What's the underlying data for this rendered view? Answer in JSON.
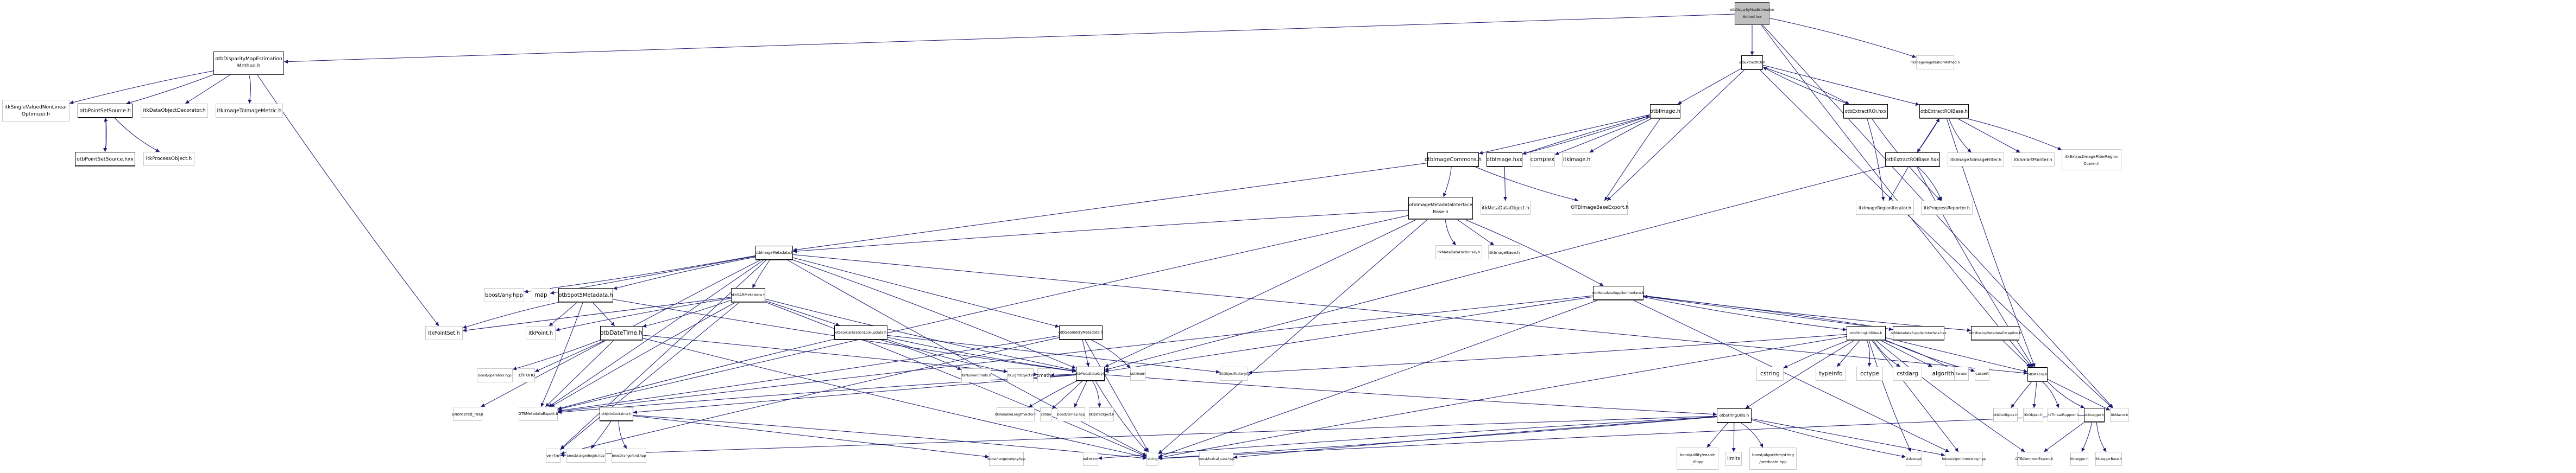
{
  "graph_title": "otbDisparityMapEstimationMethod.hxx include dependency graph",
  "colors": {
    "edge": "#191970",
    "root_fill": "#bfbfbf",
    "internal_border": "#000000",
    "external_border": "#c8c8c8"
  },
  "nodes": [
    {
      "id": "root",
      "label": "otbDisparityMapEstimation\nMethod.hxx",
      "kind": "root"
    },
    {
      "id": "dmem_h",
      "label": "otbDisparityMapEstimation\nMethod.h",
      "kind": "int"
    },
    {
      "id": "itk_svnlo",
      "label": "itkSingleValuedNonLinear\nOptimizer.h",
      "kind": "ext"
    },
    {
      "id": "pss_h",
      "label": "otbPointSetSource.h",
      "kind": "int"
    },
    {
      "id": "itk_dod",
      "label": "itkDataObjectDecorator.h",
      "kind": "ext"
    },
    {
      "id": "itk_itim",
      "label": "itkImageToImageMetric.h",
      "kind": "ext"
    },
    {
      "id": "pss_hxx",
      "label": "otbPointSetSource.hxx",
      "kind": "int"
    },
    {
      "id": "itk_po",
      "label": "itkProcessObject.h",
      "kind": "ext"
    },
    {
      "id": "extractroi_h",
      "label": "otbExtractROI.h",
      "kind": "int"
    },
    {
      "id": "itk_irm",
      "label": "itkImageRegistrationMethod.h",
      "kind": "ext"
    },
    {
      "id": "otbimage_h",
      "label": "otbImage.h",
      "kind": "int"
    },
    {
      "id": "extractroi_hxx",
      "label": "otbExtractROI.hxx",
      "kind": "int"
    },
    {
      "id": "erb_h",
      "label": "otbExtractROIBase.h",
      "kind": "int"
    },
    {
      "id": "imgcommons",
      "label": "otbImageCommons.h",
      "kind": "int"
    },
    {
      "id": "otbimage_hxx",
      "label": "otbImage.hxx",
      "kind": "int"
    },
    {
      "id": "complex",
      "label": "complex",
      "kind": "ext"
    },
    {
      "id": "itkimage",
      "label": "itkImage.h",
      "kind": "ext"
    },
    {
      "id": "erb_hxx",
      "label": "otbExtractROIBase.hxx",
      "kind": "int"
    },
    {
      "id": "itk_itif",
      "label": "itkImageToImageFilter.h",
      "kind": "ext"
    },
    {
      "id": "itk_sp",
      "label": "itkSmartPointer.h",
      "kind": "ext"
    },
    {
      "id": "itk_eifrc",
      "label": "itkExtractImageFilterRegion\nCopier.h",
      "kind": "ext"
    },
    {
      "id": "imdib",
      "label": "otbImageMetadataInterface\nBase.h",
      "kind": "int"
    },
    {
      "id": "itk_mdo",
      "label": "itkMetaDataObject.h",
      "kind": "ext"
    },
    {
      "id": "otbibe",
      "label": "OTBImageBaseExport.h",
      "kind": "ext"
    },
    {
      "id": "itk_iri",
      "label": "itkImageRegionIterator.h",
      "kind": "ext"
    },
    {
      "id": "itk_pr",
      "label": "itkProgressReporter.h",
      "kind": "ext"
    },
    {
      "id": "imgmeta",
      "label": "otbImageMetadata.h",
      "kind": "int"
    },
    {
      "id": "itk_mdd",
      "label": "itkMetaDataDictionary.h",
      "kind": "ext"
    },
    {
      "id": "itk_ib",
      "label": "itkImageBase.h",
      "kind": "ext"
    },
    {
      "id": "boost_any",
      "label": "boost/any.hpp",
      "kind": "ext"
    },
    {
      "id": "map",
      "label": "map",
      "kind": "ext"
    },
    {
      "id": "spot5",
      "label": "otbSpot5Metadata.h",
      "kind": "int"
    },
    {
      "id": "sarmeta",
      "label": "otbSARMetadata.h",
      "kind": "int"
    },
    {
      "id": "msi_h",
      "label": "otbMetadataSupplierInterface.h",
      "kind": "int"
    },
    {
      "id": "itk_pointset",
      "label": "itkPointSet.h",
      "kind": "ext"
    },
    {
      "id": "itk_point",
      "label": "itkPoint.h",
      "kind": "ext"
    },
    {
      "id": "datetime",
      "label": "otbDateTime.h",
      "kind": "int"
    },
    {
      "id": "sarcal",
      "label": "otbSarCalibrationLookupData.h",
      "kind": "int"
    },
    {
      "id": "geommeta",
      "label": "otbGeometryMetadata.h",
      "kind": "int"
    },
    {
      "id": "strutil",
      "label": "otbStringUtilities.h",
      "kind": "int"
    },
    {
      "id": "msi_hxx",
      "label": "otbMetadataSupplierInterface.hxx",
      "kind": "int"
    },
    {
      "id": "missing",
      "label": "otbMissingMetadataException.h",
      "kind": "int"
    },
    {
      "id": "boost_ops",
      "label": "boost/operators.hpp",
      "kind": "ext"
    },
    {
      "id": "chrono",
      "label": "chrono",
      "kind": "ext"
    },
    {
      "id": "itk_nt",
      "label": "itkNumericTraits.h",
      "kind": "ext"
    },
    {
      "id": "itk_lo",
      "label": "itkLightObject.h",
      "kind": "ext"
    },
    {
      "id": "cmath",
      "label": "cmath",
      "kind": "ext"
    },
    {
      "id": "mdkey",
      "label": "otbMetaDataKey.h",
      "kind": "int"
    },
    {
      "id": "sstream",
      "label": "sstream",
      "kind": "ext"
    },
    {
      "id": "itk_of",
      "label": "itkObjectFactory.h",
      "kind": "ext"
    },
    {
      "id": "cstring",
      "label": "cstring",
      "kind": "ext"
    },
    {
      "id": "typeinfo",
      "label": "typeinfo",
      "kind": "ext"
    },
    {
      "id": "cctype",
      "label": "cctype",
      "kind": "ext"
    },
    {
      "id": "cstdarg",
      "label": "cstdarg",
      "kind": "ext"
    },
    {
      "id": "algorithm",
      "label": "algorithm",
      "kind": "ext"
    },
    {
      "id": "iterator",
      "label": "iterator",
      "kind": "ext"
    },
    {
      "id": "cassert",
      "label": "cassert",
      "kind": "ext"
    },
    {
      "id": "otbmacro",
      "label": "otbMacro.h",
      "kind": "int"
    },
    {
      "id": "unordered_map",
      "label": "unordered_map",
      "kind": "ext"
    },
    {
      "id": "otbme",
      "label": "OTBMetadataExport.h",
      "kind": "ext"
    },
    {
      "id": "joincont",
      "label": "otbJoinContainer.h",
      "kind": "int"
    },
    {
      "id": "itk_vlv",
      "label": "itkVariableLengthVector.h",
      "kind": "ext"
    },
    {
      "id": "cstdio",
      "label": "cstdio",
      "kind": "ext"
    },
    {
      "id": "boost_bimap",
      "label": "boost/bimap.hpp",
      "kind": "ext"
    },
    {
      "id": "itk_do",
      "label": "itkDataObject.h",
      "kind": "ext"
    },
    {
      "id": "strutils",
      "label": "otbStringUtils.h",
      "kind": "int"
    },
    {
      "id": "otbconfigure",
      "label": "otbConfigure.h",
      "kind": "ext"
    },
    {
      "id": "itk_obj",
      "label": "itkObject.h",
      "kind": "ext"
    },
    {
      "id": "itk_ts",
      "label": "itkThreadSupport.h",
      "kind": "ext"
    },
    {
      "id": "otblogger",
      "label": "otbLogger.h",
      "kind": "int"
    },
    {
      "id": "itk_macro",
      "label": "itkMacro.h",
      "kind": "ext"
    },
    {
      "id": "vector",
      "label": "vector",
      "kind": "ext"
    },
    {
      "id": "br_begin",
      "label": "boost/range/begin.hpp",
      "kind": "ext"
    },
    {
      "id": "br_end",
      "label": "boost/range/end.hpp",
      "kind": "ext"
    },
    {
      "id": "br_empty",
      "label": "boost/range/empty.hpp",
      "kind": "ext"
    },
    {
      "id": "ostream",
      "label": "ostream",
      "kind": "ext"
    },
    {
      "id": "string",
      "label": "string",
      "kind": "ext"
    },
    {
      "id": "boost_lc",
      "label": "boost/lexical_cast.hpp",
      "kind": "ext"
    },
    {
      "id": "boost_ei",
      "label": "boost/utility/enable\n_if.hpp",
      "kind": "ext"
    },
    {
      "id": "limits",
      "label": "limits",
      "kind": "ext"
    },
    {
      "id": "boost_pred",
      "label": "boost/algorithm/string\n/predicate.hpp",
      "kind": "ext"
    },
    {
      "id": "stdexcept",
      "label": "stdexcept",
      "kind": "ext"
    },
    {
      "id": "boost_str",
      "label": "boost/algorithm/string.hpp",
      "kind": "ext"
    },
    {
      "id": "otbce",
      "label": "OTBCommonExport.h",
      "kind": "ext"
    },
    {
      "id": "itk_logger",
      "label": "itkLogger.h",
      "kind": "ext"
    },
    {
      "id": "itk_lb",
      "label": "itkLoggerBase.h",
      "kind": "ext"
    }
  ],
  "edges": [
    [
      "root",
      "dmem_h"
    ],
    [
      "root",
      "extractroi_h"
    ],
    [
      "root",
      "itk_irm"
    ],
    [
      "root",
      "otbmacro"
    ],
    [
      "root",
      "itk_macro"
    ],
    [
      "dmem_h",
      "itk_svnlo"
    ],
    [
      "dmem_h",
      "pss_h"
    ],
    [
      "dmem_h",
      "itk_dod"
    ],
    [
      "dmem_h",
      "itk_itim"
    ],
    [
      "dmem_h",
      "itk_pointset"
    ],
    [
      "pss_h",
      "pss_hxx"
    ],
    [
      "pss_hxx",
      "pss_h"
    ],
    [
      "pss_h",
      "itk_po"
    ],
    [
      "extractroi_h",
      "otbimage_h"
    ],
    [
      "extractroi_h",
      "extractroi_hxx"
    ],
    [
      "extractroi_hxx",
      "extractroi_h"
    ],
    [
      "extractroi_h",
      "erb_h"
    ],
    [
      "extractroi_h",
      "otbibe"
    ],
    [
      "extractroi_h",
      "itk_macro"
    ],
    [
      "otbimage_h",
      "imgcommons"
    ],
    [
      "otbimage_h",
      "otbimage_hxx"
    ],
    [
      "otbimage_hxx",
      "otbimage_h"
    ],
    [
      "otbimage_h",
      "complex"
    ],
    [
      "otbimage_h",
      "itkimage"
    ],
    [
      "otbimage_h",
      "otbibe"
    ],
    [
      "otbimage_hxx",
      "itk_mdo"
    ],
    [
      "imgcommons",
      "imdib"
    ],
    [
      "imgcommons",
      "otbibe"
    ],
    [
      "imgcommons",
      "imgmeta"
    ],
    [
      "extractroi_hxx",
      "itk_iri"
    ],
    [
      "extractroi_hxx",
      "itk_pr"
    ],
    [
      "erb_h",
      "erb_hxx"
    ],
    [
      "erb_hxx",
      "erb_h"
    ],
    [
      "erb_h",
      "itk_itif"
    ],
    [
      "erb_h",
      "itk_sp"
    ],
    [
      "erb_h",
      "itk_eifrc"
    ],
    [
      "erb_h",
      "otbmacro"
    ],
    [
      "erb_hxx",
      "itk_iri"
    ],
    [
      "erb_hxx",
      "itk_pr"
    ],
    [
      "erb_hxx",
      "otbmacro"
    ],
    [
      "erb_hxx",
      "mdkey"
    ],
    [
      "imdib",
      "imgmeta"
    ],
    [
      "imdib",
      "itk_mdd"
    ],
    [
      "imdib",
      "itk_ib"
    ],
    [
      "imdib",
      "msi_h"
    ],
    [
      "imdib",
      "mdkey"
    ],
    [
      "imdib",
      "string"
    ],
    [
      "imdib",
      "otbme"
    ],
    [
      "imgmeta",
      "boost_any"
    ],
    [
      "imgmeta",
      "map"
    ],
    [
      "imgmeta",
      "spot5"
    ],
    [
      "imgmeta",
      "sarmeta"
    ],
    [
      "imgmeta",
      "geommeta"
    ],
    [
      "imgmeta",
      "mdkey"
    ],
    [
      "imgmeta",
      "otbme"
    ],
    [
      "imgmeta",
      "vector"
    ],
    [
      "imgmeta",
      "unordered_map"
    ],
    [
      "imgmeta",
      "string"
    ],
    [
      "imgmeta",
      "otbmacro"
    ],
    [
      "spot5",
      "itk_pointset"
    ],
    [
      "spot5",
      "itk_point"
    ],
    [
      "spot5",
      "datetime"
    ],
    [
      "spot5",
      "otbme"
    ],
    [
      "spot5",
      "mdkey"
    ],
    [
      "sarmeta",
      "itk_pointset"
    ],
    [
      "sarmeta",
      "itk_point"
    ],
    [
      "sarmeta",
      "datetime"
    ],
    [
      "sarmeta",
      "sarcal"
    ],
    [
      "sarmeta",
      "otbme"
    ],
    [
      "sarmeta",
      "mdkey"
    ],
    [
      "sarmeta",
      "vector"
    ],
    [
      "sarmeta",
      "string"
    ],
    [
      "datetime",
      "boost_ops"
    ],
    [
      "datetime",
      "chrono"
    ],
    [
      "datetime",
      "otbme"
    ],
    [
      "datetime",
      "string"
    ],
    [
      "datetime",
      "cmath"
    ],
    [
      "sarcal",
      "itk_nt"
    ],
    [
      "sarcal",
      "itk_lo"
    ],
    [
      "sarcal",
      "itk_of"
    ],
    [
      "sarcal",
      "otbme"
    ],
    [
      "sarcal",
      "mdkey"
    ],
    [
      "geommeta",
      "mdkey"
    ],
    [
      "geommeta",
      "sstream"
    ],
    [
      "geommeta",
      "otbme"
    ],
    [
      "geommeta",
      "string"
    ],
    [
      "geommeta",
      "vector"
    ],
    [
      "msi_h",
      "strutil"
    ],
    [
      "msi_h",
      "msi_hxx"
    ],
    [
      "msi_hxx",
      "msi_h"
    ],
    [
      "msi_h",
      "missing"
    ],
    [
      "msi_h",
      "mdkey"
    ],
    [
      "msi_h",
      "otbme"
    ],
    [
      "msi_h",
      "string"
    ],
    [
      "msi_h",
      "boost_str"
    ],
    [
      "strutil",
      "cctype"
    ],
    [
      "strutil",
      "cstdarg"
    ],
    [
      "strutil",
      "algorithm"
    ],
    [
      "strutil",
      "iterator"
    ],
    [
      "strutil",
      "cassert"
    ],
    [
      "strutil",
      "typeinfo"
    ],
    [
      "strutil",
      "cstring"
    ],
    [
      "strutil",
      "itk_of"
    ],
    [
      "strutil",
      "otbmacro"
    ],
    [
      "strutil",
      "string"
    ],
    [
      "strutil",
      "stdexcept"
    ],
    [
      "strutil",
      "boost_str"
    ],
    [
      "strutil",
      "strutils"
    ],
    [
      "strutil",
      "otbce"
    ],
    [
      "missing",
      "otbmacro"
    ],
    [
      "mdkey",
      "itk_vlv"
    ],
    [
      "mdkey",
      "cstdio"
    ],
    [
      "mdkey",
      "boost_bimap"
    ],
    [
      "mdkey",
      "itk_do"
    ],
    [
      "mdkey",
      "string"
    ],
    [
      "mdkey",
      "joincont"
    ],
    [
      "mdkey",
      "otbme"
    ],
    [
      "mdkey",
      "strutils"
    ],
    [
      "mdkey",
      "cmath"
    ],
    [
      "joincont",
      "br_begin"
    ],
    [
      "joincont",
      "br_end"
    ],
    [
      "joincont",
      "br_empty"
    ],
    [
      "joincont",
      "string"
    ],
    [
      "strutils",
      "boost_ei"
    ],
    [
      "strutils",
      "limits"
    ],
    [
      "strutils",
      "boost_pred"
    ],
    [
      "strutils",
      "stdexcept"
    ],
    [
      "strutils",
      "boost_str"
    ],
    [
      "strutils",
      "boost_lc"
    ],
    [
      "strutils",
      "string"
    ],
    [
      "strutils",
      "vector"
    ],
    [
      "strutils",
      "ostream"
    ],
    [
      "otbmacro",
      "otbconfigure"
    ],
    [
      "otbmacro",
      "itk_obj"
    ],
    [
      "otbmacro",
      "itk_ts"
    ],
    [
      "otbmacro",
      "otblogger"
    ],
    [
      "otbmacro",
      "itk_macro"
    ],
    [
      "otblogger",
      "itk_logger"
    ],
    [
      "otblogger",
      "itk_lb"
    ],
    [
      "otblogger",
      "otbce"
    ],
    [
      "otblogger",
      "string"
    ]
  ]
}
